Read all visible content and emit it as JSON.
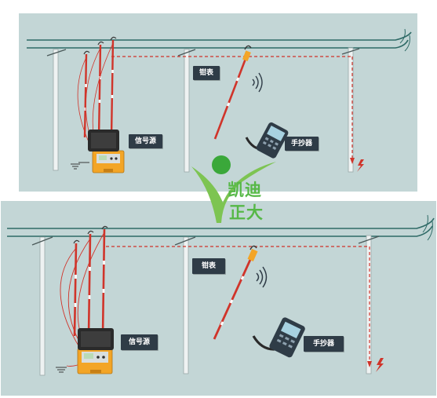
{
  "diagram": {
    "top": {
      "label_clamp": "钳表",
      "label_reader": "手抄器",
      "label_source": "信号源"
    },
    "bottom": {
      "label_clamp": "钳表",
      "label_reader": "手抄器",
      "label_source": "信号源"
    }
  },
  "logo": {
    "line1": "凯迪",
    "line2": "正大"
  },
  "colors": {
    "panel": "#c3d6d6",
    "wire": "#2e6a66",
    "red": "#d0342a",
    "tag": "#2f3c47",
    "logo_green": "#56b847"
  },
  "icons": [
    "signal-source-icon",
    "clamp-meter-icon",
    "handheld-reader-icon",
    "wireless-signal-icon",
    "fault-lightning-icon",
    "ground-icon"
  ]
}
